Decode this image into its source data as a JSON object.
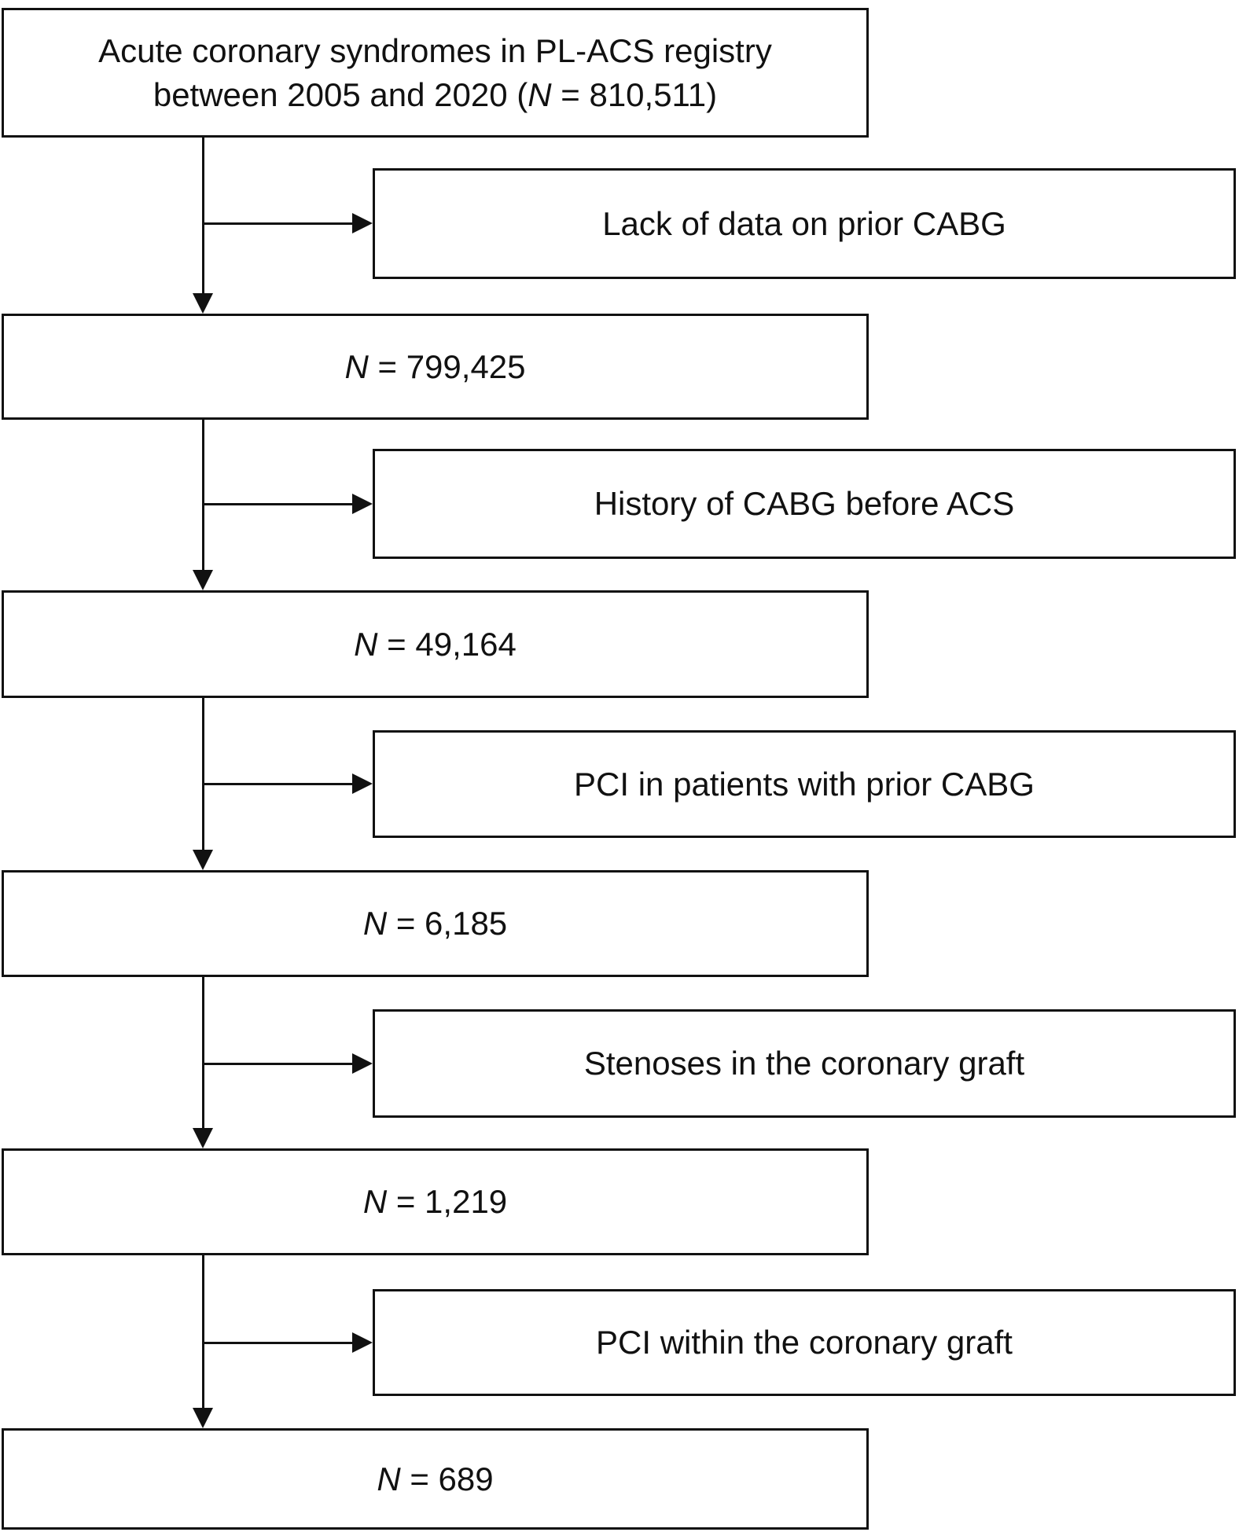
{
  "flowchart": {
    "title": {
      "line1": "Acute coronary syndromes in PL-ACS registry",
      "line2_pre": "between 2005 and 2020 (",
      "line2_italic": "N",
      "line2_post": " = 810,511)"
    },
    "steps": [
      {
        "exclusion": "Lack of data on prior CABG",
        "result_italic": "N",
        "result_value": " = 799,425"
      },
      {
        "exclusion": "History of CABG before ACS",
        "result_italic": "N",
        "result_value": " = 49,164"
      },
      {
        "exclusion": "PCI in patients with prior CABG",
        "result_italic": "N",
        "result_value": " = 6,185"
      },
      {
        "exclusion": "Stenoses in the coronary graft",
        "result_italic": "N",
        "result_value": " = 1,219"
      },
      {
        "exclusion": "PCI within the coronary graft",
        "result_italic": "N",
        "result_value": " = 689"
      }
    ]
  }
}
